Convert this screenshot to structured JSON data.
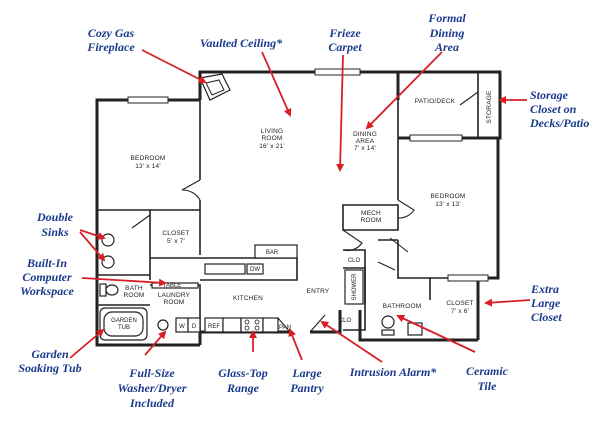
{
  "rooms": {
    "bedroom1": {
      "name": "BEDROOM",
      "size": "13' x 14'"
    },
    "living": {
      "name1": "LIVING",
      "name2": "ROOM",
      "size": "16' x 21'"
    },
    "dining": {
      "name1": "DINING",
      "name2": "AREA",
      "size": "7' x 14'"
    },
    "patio": {
      "name": "PATIO/DECK"
    },
    "storage": {
      "name": "STORAGE"
    },
    "bedroom2": {
      "name": "BEDROOM",
      "size": "13' x 13'"
    },
    "mech": {
      "name1": "MECH",
      "name2": "ROOM"
    },
    "closet1": {
      "name": "CLOSET",
      "size": "5' x 7'"
    },
    "bar": {
      "name": "BAR"
    },
    "dw": {
      "name": "DW"
    },
    "table": {
      "name": "TABLE"
    },
    "laundry": {
      "name1": "LAUNDRY",
      "name2": "ROOM"
    },
    "bath1": {
      "name1": "BATH",
      "name2": "ROOM"
    },
    "kitchen": {
      "name": "KITCHEN"
    },
    "entry": {
      "name": "ENTRY"
    },
    "clo1": {
      "name": "CLO"
    },
    "clo2": {
      "name": "CLO"
    },
    "shower": {
      "name": "SHOWER"
    },
    "bathroom": {
      "name": "BATHROOM"
    },
    "closet2": {
      "name": "CLOSET",
      "size": "7' x 6'"
    },
    "garden_tub": {
      "name1": "GARDEN",
      "name2": "TUB"
    },
    "washer": {
      "name": "W"
    },
    "dryer": {
      "name": "D"
    },
    "ref": {
      "name": "REF"
    },
    "pan": {
      "name": "PAN"
    }
  },
  "callouts": {
    "fireplace": {
      "line1": "Cozy Gas",
      "line2": "Fireplace"
    },
    "vaulted": {
      "line1": "Vaulted Ceiling*"
    },
    "frieze": {
      "line1": "Frieze",
      "line2": "Carpet"
    },
    "formal": {
      "line1": "Formal",
      "line2": "Dining",
      "line3": "Area"
    },
    "storage": {
      "line1": "Storage",
      "line2": "Closet on",
      "line3": "Decks/Patio"
    },
    "sinks": {
      "line1": "Double",
      "line2": "Sinks"
    },
    "computer": {
      "line1": "Built-In",
      "line2": "Computer",
      "line3": "Workspace"
    },
    "extra": {
      "line1": "Extra",
      "line2": "Large",
      "line3": "Closet"
    },
    "garden": {
      "line1": "Garden",
      "line2": "Soaking Tub"
    },
    "washer": {
      "line1": "Full-Size",
      "line2": "Washer/Dryer",
      "line3": "Included"
    },
    "glass": {
      "line1": "Glass-Top",
      "line2": "Range"
    },
    "pantry": {
      "line1": "Large",
      "line2": "Pantry"
    },
    "alarm": {
      "line1": "Intrusion Alarm*"
    },
    "ceramic": {
      "line1": "Ceramic",
      "line2": "Tile"
    }
  },
  "colors": {
    "callout_text": "#1b3a8c",
    "arrow": "#d81f26",
    "walls": "#222222"
  }
}
